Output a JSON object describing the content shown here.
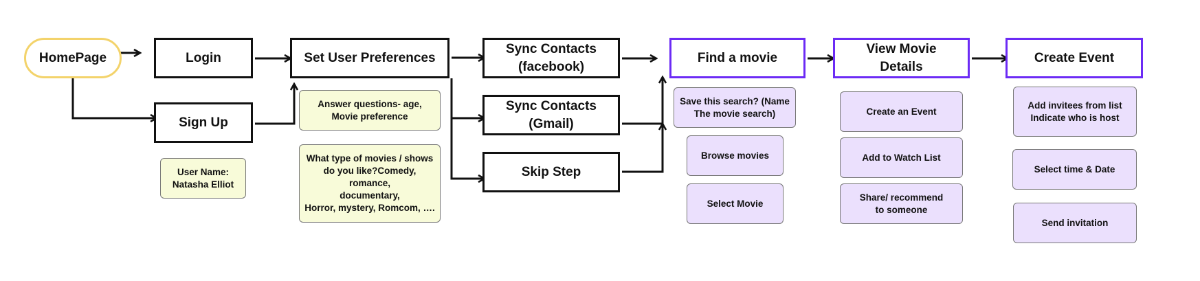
{
  "flow": {
    "homepage": "HomePage",
    "login": "Login",
    "signup": "Sign Up",
    "set_prefs": "Set User Preferences",
    "sync_facebook": "Sync Contacts\n(facebook)",
    "sync_gmail": "Sync Contacts\n(Gmail)",
    "skip_step": "Skip Step",
    "find_movie": "Find a movie",
    "view_details": "View Movie\nDetails",
    "create_event": "Create Event"
  },
  "notes": {
    "user_name": "User Name:\nNatasha Elliot",
    "answer_questions": "Answer questions- age,\nMovie preference",
    "movie_types": "What type of movies / shows\ndo you like?Comedy, romance,\ndocumentary,\nHorror, mystery, Romcom, ….",
    "save_search": "Save this search? (Name\nThe movie search)",
    "browse_movies": "Browse movies",
    "select_movie": "Select Movie",
    "create_an_event": "Create an Event",
    "add_watch_list": "Add to Watch List",
    "share_recommend": "Share/ recommend\nto someone",
    "add_invitees": "Add invitees from list\nIndicate who is host",
    "select_time": "Select time & Date",
    "send_invitation": "Send invitation"
  },
  "colors": {
    "stroke": "#111111",
    "homepage_border": "#f3d36b",
    "purple_border": "#6c2bf5",
    "yellow_note": "#f8fbd9",
    "purple_note": "#ebe0fd"
  }
}
